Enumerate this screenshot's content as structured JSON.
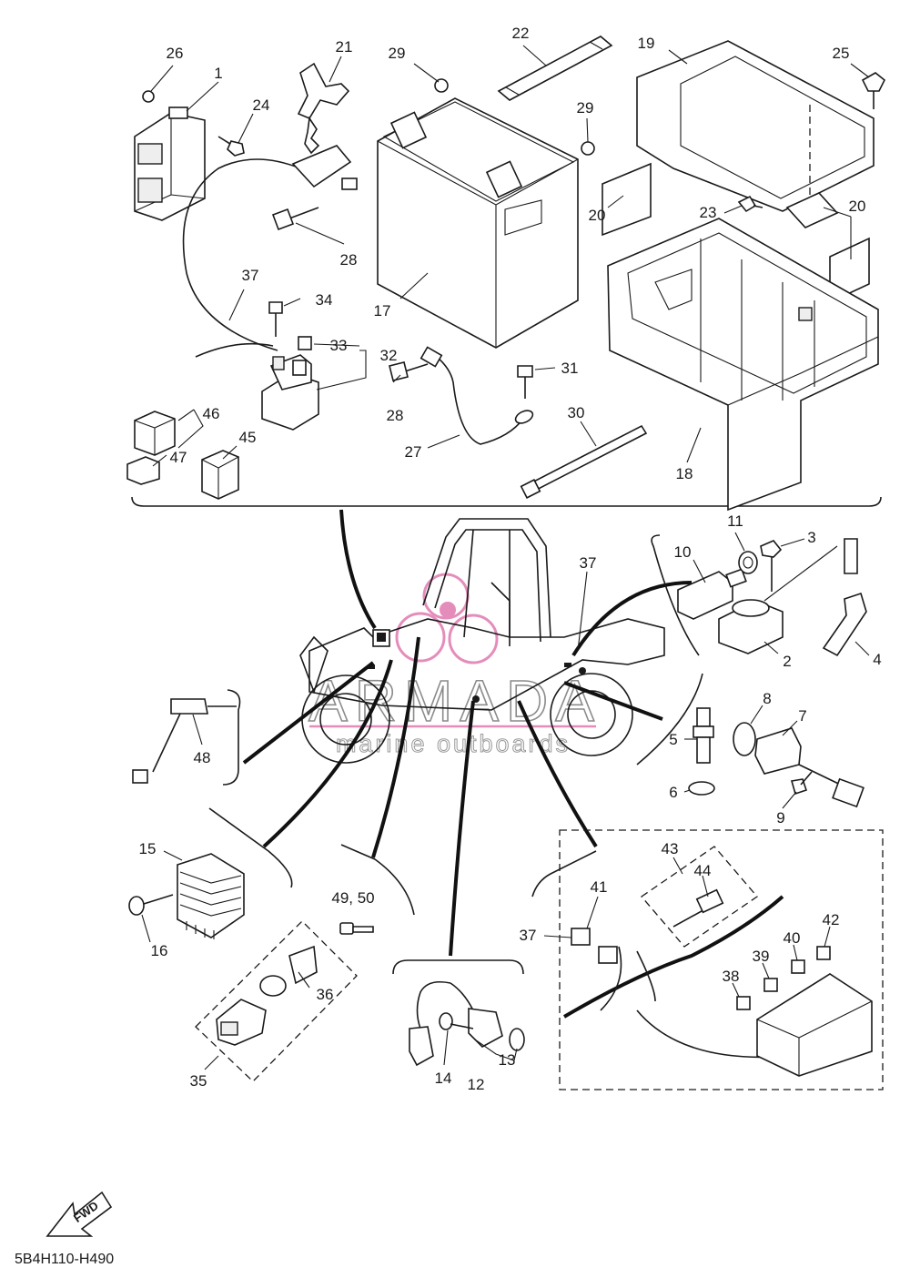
{
  "diagram_code": "5B4H110-H490",
  "fwd_label": "FWD",
  "watermark": {
    "brand": "ARMADA",
    "tagline": "marine outboards",
    "accent_color": "#e07ab0"
  },
  "callouts": {
    "c1": "1",
    "c2": "2",
    "c3": "3",
    "c4": "4",
    "c5": "5",
    "c6": "6",
    "c7": "7",
    "c8": "8",
    "c9": "9",
    "c10": "10",
    "c11": "11",
    "c12": "12",
    "c13": "13",
    "c14": "14",
    "c15": "15",
    "c16": "16",
    "c17": "17",
    "c18": "18",
    "c19": "19",
    "c20a": "20",
    "c20b": "20",
    "c21": "21",
    "c22": "22",
    "c23": "23",
    "c24": "24",
    "c25": "25",
    "c26": "26",
    "c27": "27",
    "c28a": "28",
    "c28b": "28",
    "c29a": "29",
    "c29b": "29",
    "c30": "30",
    "c31": "31",
    "c32": "32",
    "c33": "33",
    "c34": "34",
    "c35": "35",
    "c36": "36",
    "c37a": "37",
    "c37b": "37",
    "c37c": "37",
    "c38": "38",
    "c39": "39",
    "c40": "40",
    "c41": "41",
    "c42": "42",
    "c43": "43",
    "c44": "44",
    "c45": "45",
    "c46": "46",
    "c47": "47",
    "c48": "48",
    "c4950": "49, 50"
  }
}
